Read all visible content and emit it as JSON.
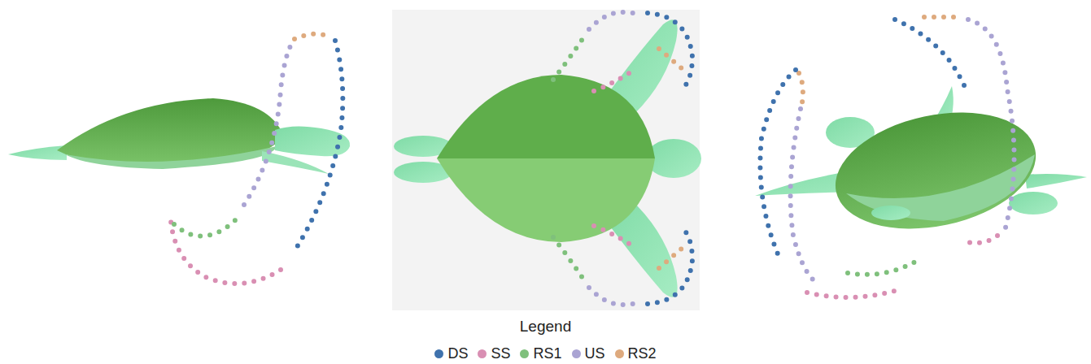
{
  "diagram": {
    "labels": [
      "Legend"
    ],
    "legend": [
      {
        "text": "DS",
        "color": "#3f72ad"
      },
      {
        "text": "SS",
        "color": "#d98fb3"
      },
      {
        "text": "RS1",
        "color": "#7fc07c"
      },
      {
        "text": "US",
        "color": "#aaa4d3"
      },
      {
        "text": "RS2",
        "color": "#deaa7e"
      }
    ]
  }
}
